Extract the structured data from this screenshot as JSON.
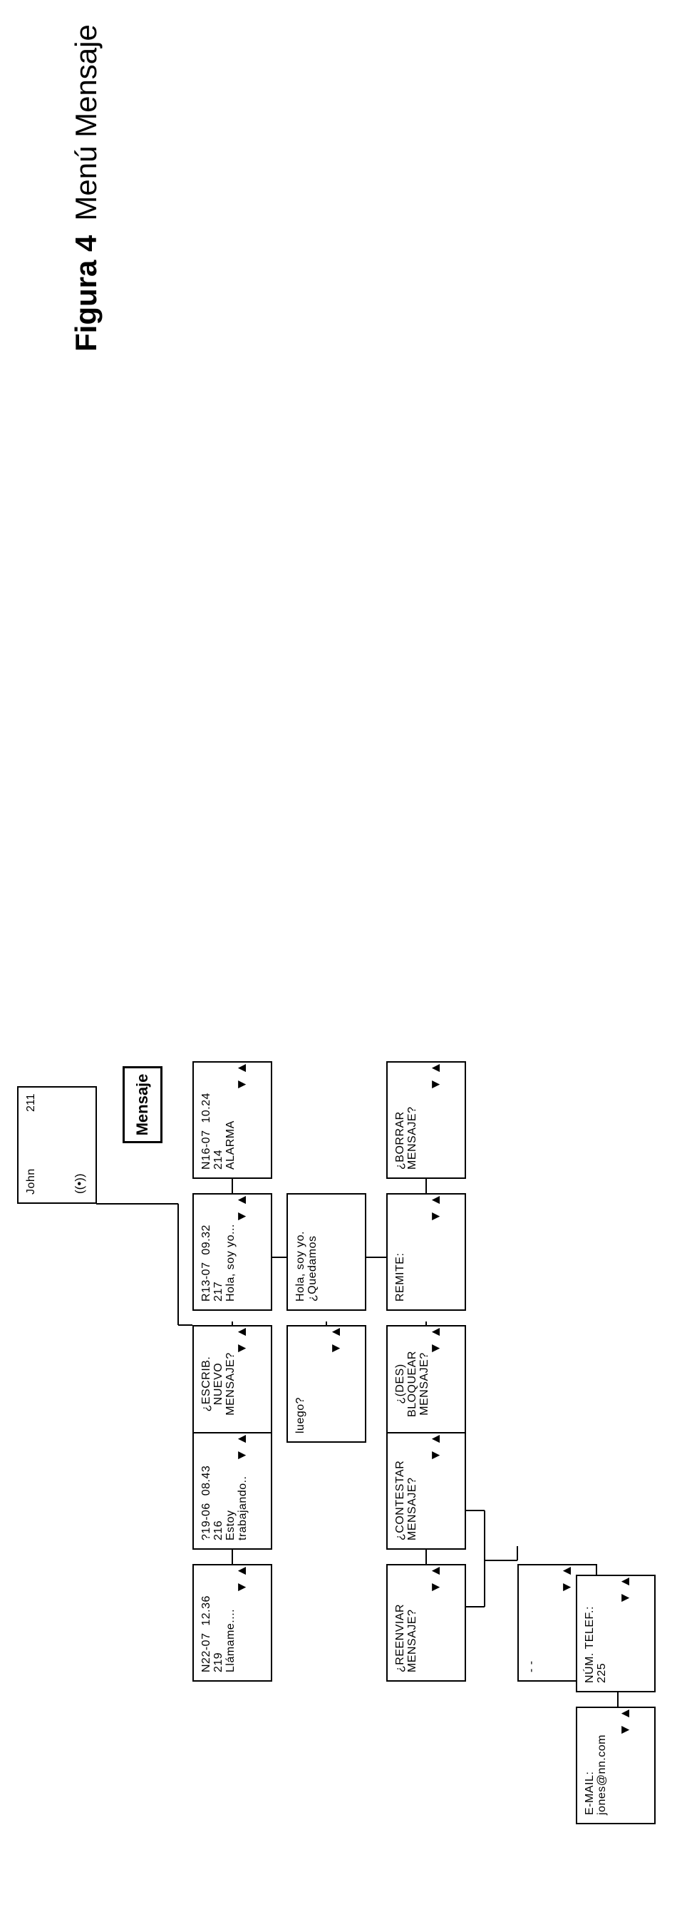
{
  "caption": {
    "number": "Figura 4",
    "title": "Menú Mensaje"
  },
  "menu_title": "Mensaje",
  "idle_screen": {
    "name": "John",
    "number": "211",
    "signal_icon": "signal-icon"
  },
  "screens": {
    "n1607": {
      "text": "N16-07  10.24\n214\nALARMA"
    },
    "r1307": {
      "text": "R13-07  09.32\n217\nHola, soy yo..."
    },
    "escrib": {
      "text": "¿ESCRIB.\nNUEVO\nMENSAJE?"
    },
    "q1906": {
      "text": "?19-06  08.43\n216\nEstoy\ntrabajando.."
    },
    "n2207": {
      "text": "N22-07  12.36\n219\nLlámame...."
    },
    "hola": {
      "text": "Hola, soy yo.\n¿Quedamos"
    },
    "luego": {
      "text": "luego?"
    },
    "borrar": {
      "text": "¿BORRAR\nMENSAJE?"
    },
    "remite": {
      "text": "REMITE:"
    },
    "desbloq": {
      "text": "¿(DES)\nBLOQUEAR\nMENSAJE?"
    },
    "contest": {
      "text": "¿CONTESTAR\nMENSAJE?"
    },
    "reenv": {
      "text": "¿REENVIAR\nMENSAJE?"
    },
    "dots": {
      "text": "- -"
    },
    "numtel": {
      "text": "NÚM. TELEF.:\n225"
    },
    "email": {
      "text": "E-MAIL:\njones@nn.com"
    }
  },
  "arrows": {
    "up": "▲",
    "down": "▼"
  }
}
